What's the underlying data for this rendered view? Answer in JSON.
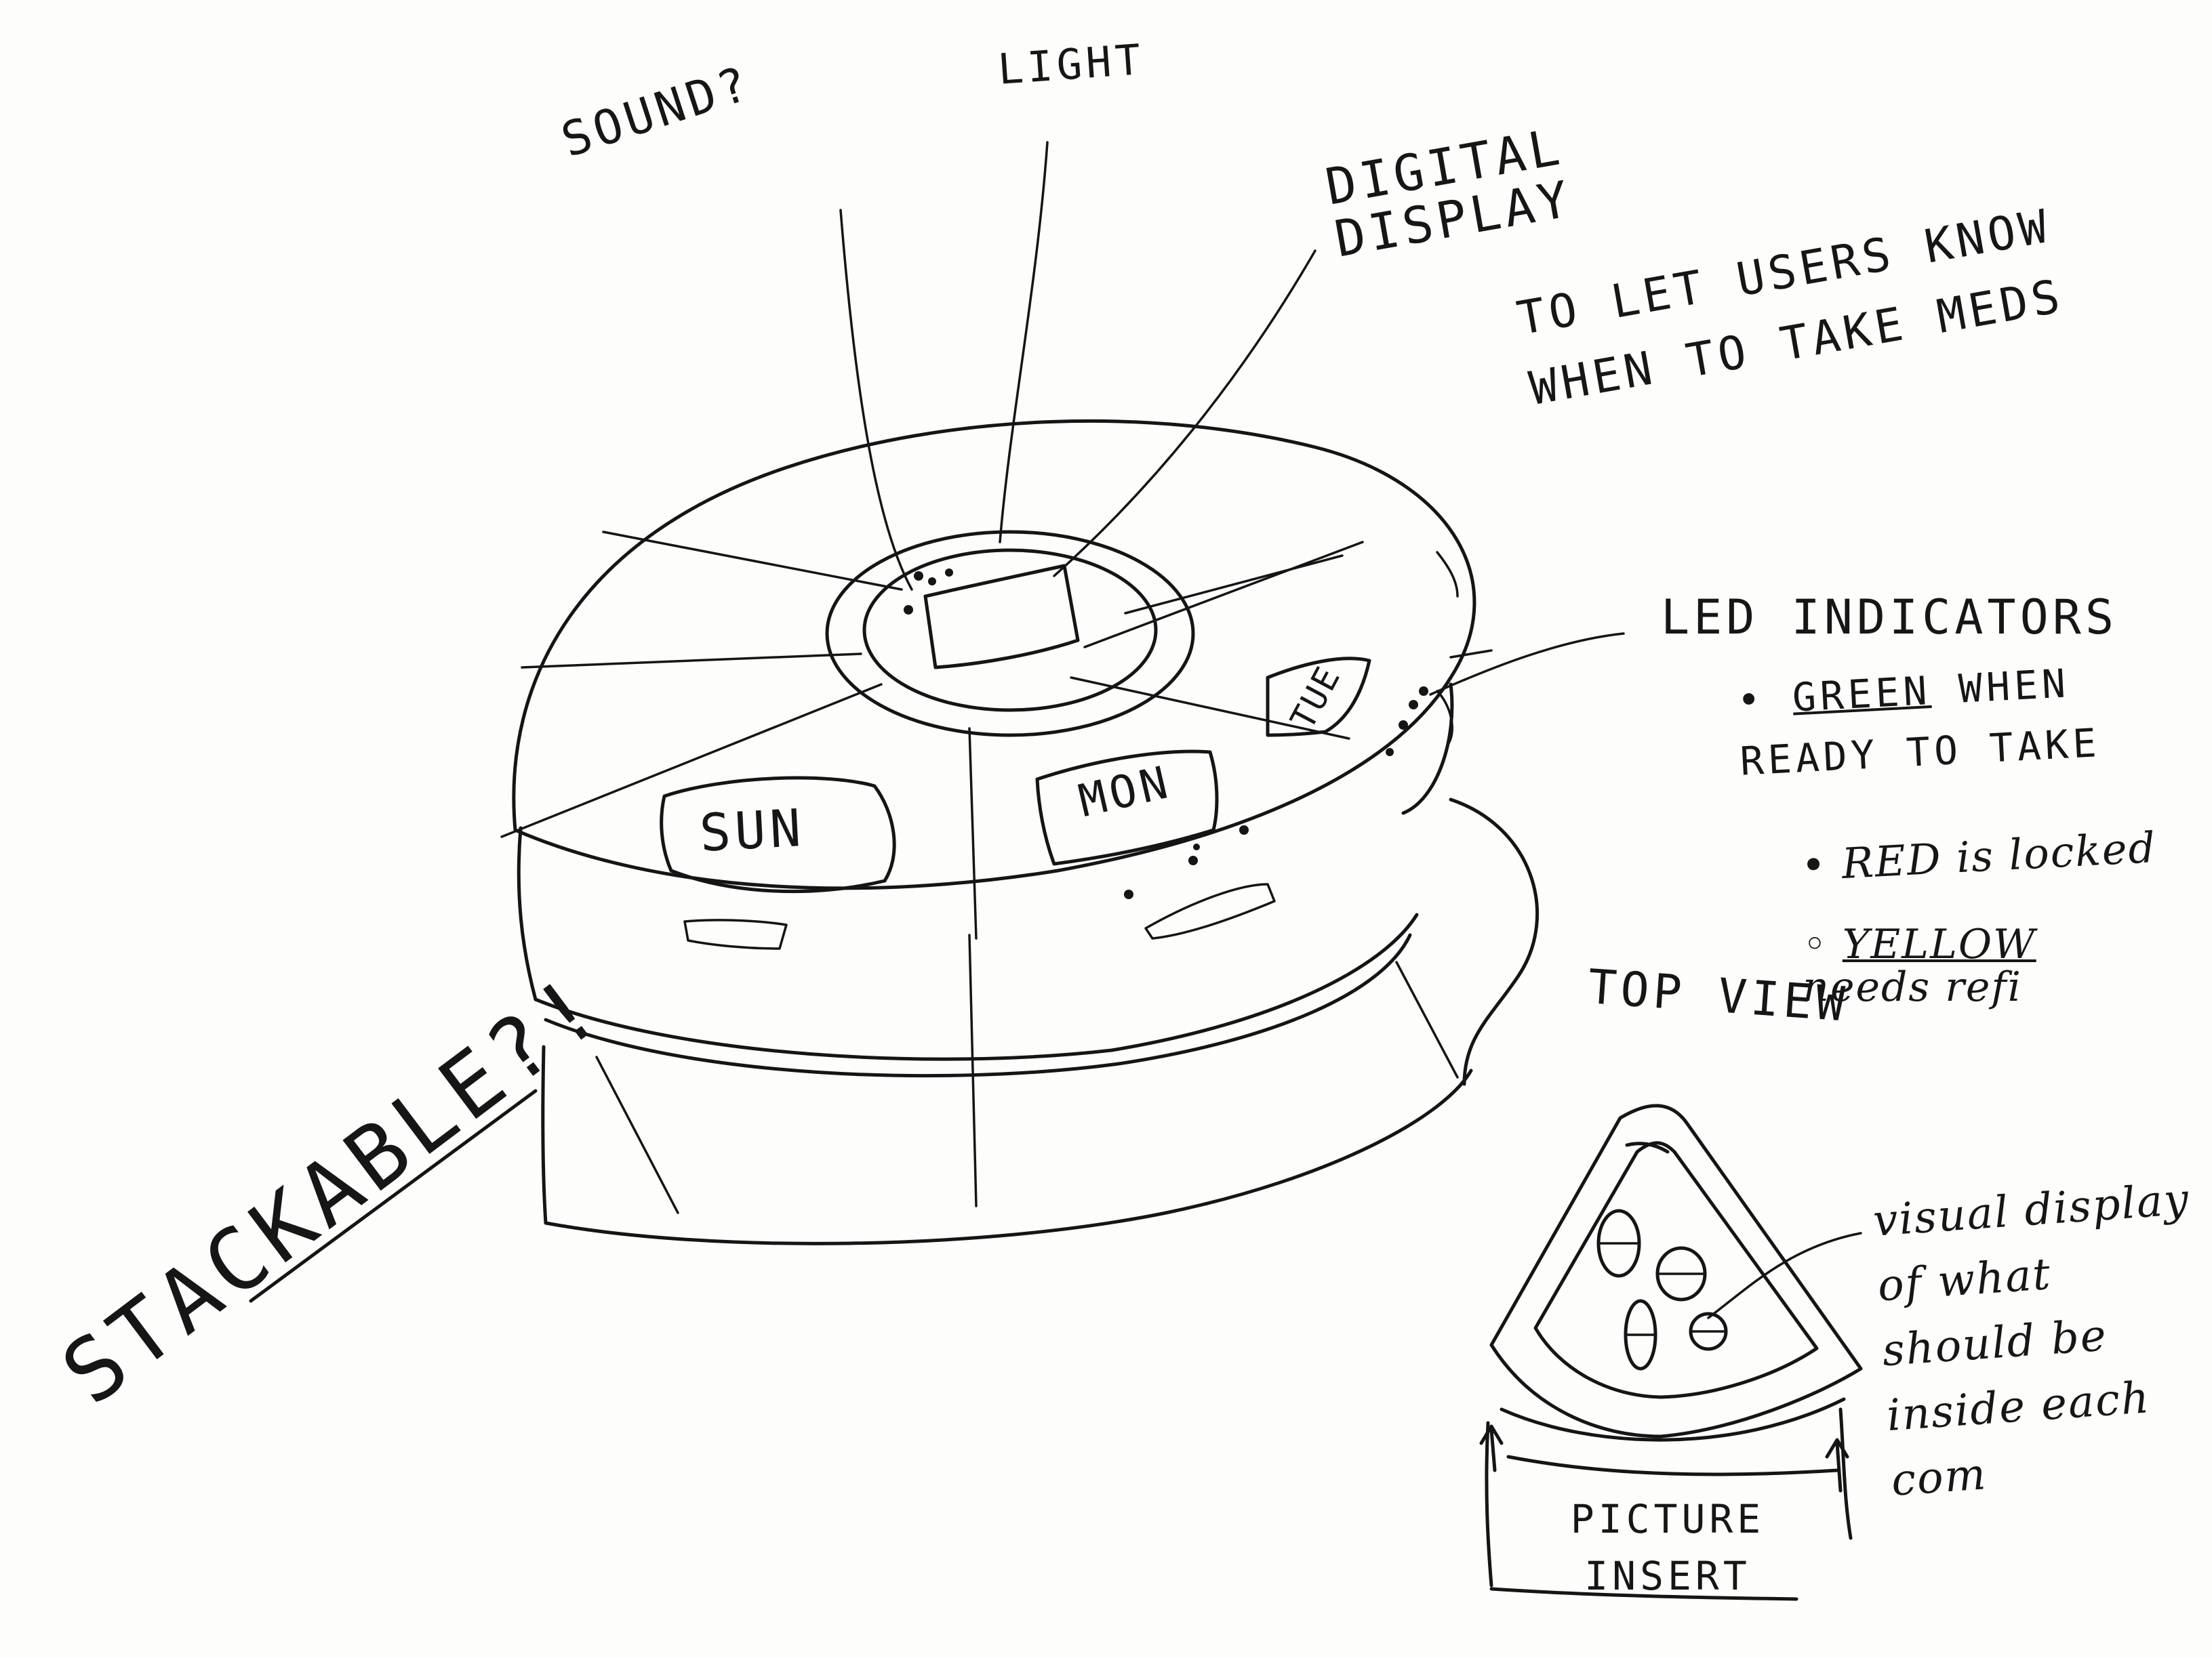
{
  "labels": {
    "sound": "SOUND?",
    "light": "LIGHT",
    "digital_display_title": "DIGITAL DISPLAY",
    "digital_display_desc": "TO LET USERS KNOW WHEN TO TAKE MEDS",
    "led_title": "LED INDICATORS",
    "led_green_word": "GREEN",
    "led_green_rest": "WHEN READY TO TAKE",
    "led_red": "RED is locked",
    "led_yellow_word": "YELLOW",
    "led_yellow_rest": "needs refi",
    "top_view": "TOP VIEW",
    "visual_display": "visual display of what should be inside each com",
    "picture_insert": "PICTURE INSERT",
    "stackable": "STACKABLE?!"
  },
  "days": {
    "sun": "SUN",
    "mon": "MON",
    "tue": "TUE"
  },
  "ink_color": "#151515",
  "paper_color": "#fdfdfc"
}
